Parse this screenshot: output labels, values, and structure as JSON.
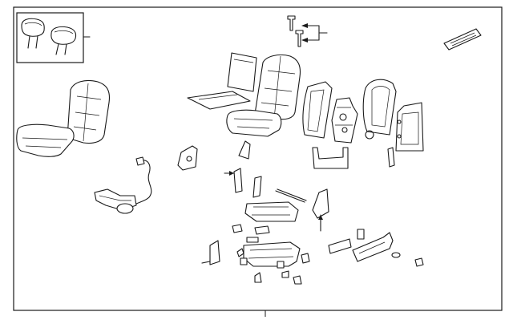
{
  "diagram": {
    "type": "exploded-parts-view",
    "subject": "seat-assembly",
    "colors": {
      "line": "#1a1a1a",
      "background": "#ffffff",
      "shade": "#cfcfcf"
    },
    "parts": [
      {
        "name": "headrests"
      },
      {
        "name": "trim-fasteners"
      },
      {
        "name": "seat-back-trim-cover"
      },
      {
        "name": "seat-back-frame"
      },
      {
        "name": "seat-back-panel"
      },
      {
        "name": "cushion-frame"
      },
      {
        "name": "seat-adjuster"
      },
      {
        "name": "side-shield"
      },
      {
        "name": "wiring-harness"
      },
      {
        "name": "track-cover"
      }
    ]
  }
}
